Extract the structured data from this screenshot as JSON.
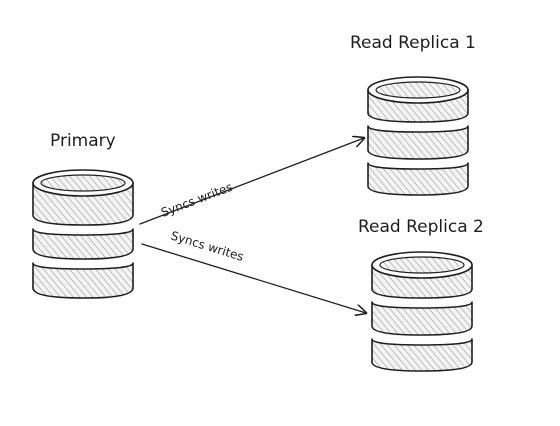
{
  "diagram": {
    "nodes": [
      {
        "id": "primary",
        "label": "Primary"
      },
      {
        "id": "replica1",
        "label": "Read Replica 1"
      },
      {
        "id": "replica2",
        "label": "Read Replica 2"
      }
    ],
    "edges": [
      {
        "from": "primary",
        "to": "replica1",
        "label": "Syncs writes"
      },
      {
        "from": "primary",
        "to": "replica2",
        "label": "Syncs writes"
      }
    ]
  },
  "colors": {
    "stroke": "#1e1e1e",
    "hatch": "#9a9a9a",
    "background": "#ffffff"
  }
}
